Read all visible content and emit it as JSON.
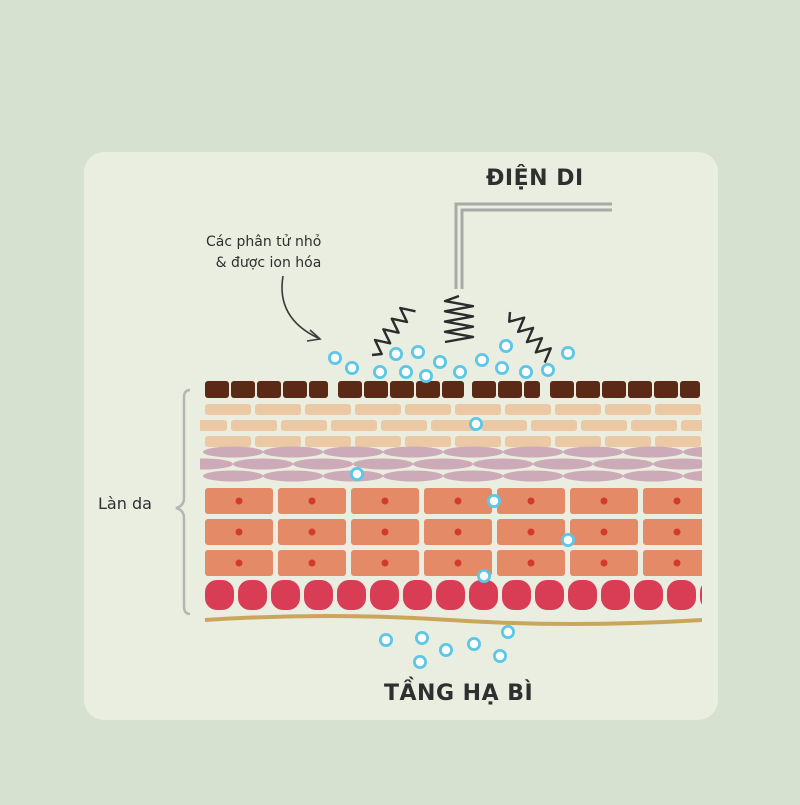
{
  "labels": {
    "top_title": "ĐIỆN DI",
    "bottom_title": "TẦNG HẠ BÌ",
    "side_label": "Làn da",
    "annotation_line1": "Các phân tử nhỏ",
    "annotation_line2": "& được ion hóa"
  },
  "colors": {
    "page_bg": "#d6e2cf",
    "panel_bg": "#e9eee1",
    "stratum_corneum": "#5a2a17",
    "granular_layer": "#ebc9a5",
    "spinous_layer": "#cdaab8",
    "basal_cells": "#e48a66",
    "cell_nucleus": "#d33a2c",
    "bottom_cells": "#d93d55",
    "dermis_line": "#c9a65b",
    "ion": "#5cc7e6",
    "wave": "#2c2c2c"
  },
  "icons": [
    "electrode-icon",
    "wave-icon",
    "ion-particle-icon",
    "curved-arrow-icon",
    "brace-icon"
  ]
}
